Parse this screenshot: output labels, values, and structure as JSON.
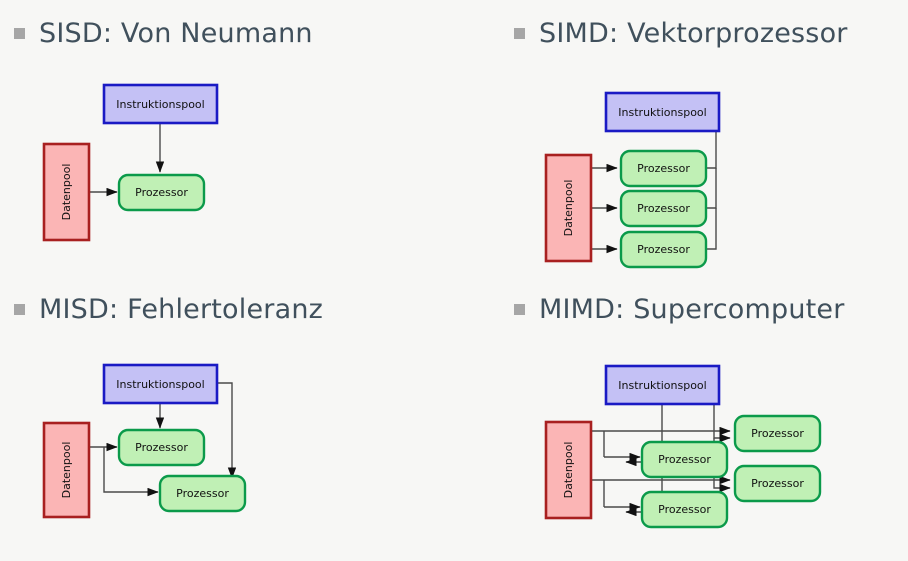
{
  "slide": {
    "background_color": "#f7f7f5",
    "bullet_color": "#a6a6a6",
    "heading_color": "#40505c"
  },
  "palette": {
    "instruction_fill": "#c4c1f5",
    "instruction_stroke": "#1a1ac4",
    "data_fill": "#fbb5b5",
    "data_stroke": "#a82020",
    "processor_fill": "#c0f0b5",
    "processor_stroke": "#0b9a4a",
    "arrow_color": "#4a4a4a",
    "arrow_dark": "#111111"
  },
  "labels": {
    "instruction_pool": "Instruktionspool",
    "data_pool": "Datenpool",
    "processor": "Prozessor"
  },
  "quadrants": [
    {
      "id": "sisd",
      "heading": "SISD: Von Neumann",
      "instruction_pools": 1,
      "data_pools": 1,
      "processors": 1
    },
    {
      "id": "simd",
      "heading": "SIMD: Vektorprozessor",
      "instruction_pools": 1,
      "data_pools": 1,
      "processors": 3
    },
    {
      "id": "misd",
      "heading": "MISD: Fehlertoleranz",
      "instruction_pools": 1,
      "data_pools": 1,
      "processors": 2
    },
    {
      "id": "mimd",
      "heading": "MIMD: Supercomputer",
      "instruction_pools": 1,
      "data_pools": 1,
      "processors": 4
    }
  ]
}
